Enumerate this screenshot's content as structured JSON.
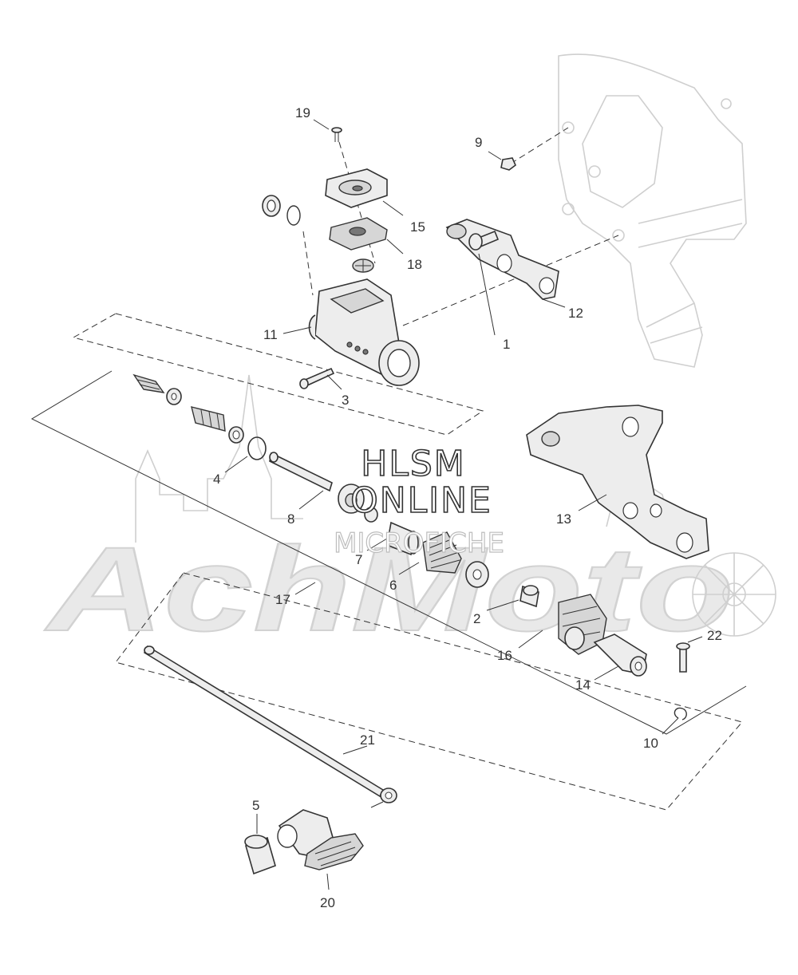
{
  "watermark": {
    "brand": "AchMoto",
    "line1": "HLSM",
    "line2": "ONLINE",
    "line3": "MICROFICHE"
  },
  "callouts": [
    {
      "id": "1",
      "label": "1"
    },
    {
      "id": "2",
      "label": "2"
    },
    {
      "id": "3",
      "label": "3"
    },
    {
      "id": "4",
      "label": "4"
    },
    {
      "id": "5",
      "label": "5"
    },
    {
      "id": "6",
      "label": "6"
    },
    {
      "id": "7",
      "label": "7"
    },
    {
      "id": "8",
      "label": "8"
    },
    {
      "id": "9",
      "label": "9"
    },
    {
      "id": "10",
      "label": "10"
    },
    {
      "id": "11",
      "label": "11"
    },
    {
      "id": "12",
      "label": "12"
    },
    {
      "id": "13",
      "label": "13"
    },
    {
      "id": "14",
      "label": "14"
    },
    {
      "id": "15",
      "label": "15"
    },
    {
      "id": "16",
      "label": "16"
    },
    {
      "id": "17",
      "label": "17"
    },
    {
      "id": "18",
      "label": "18"
    },
    {
      "id": "19",
      "label": "19"
    },
    {
      "id": "20",
      "label": "20"
    },
    {
      "id": "21",
      "label": "21"
    },
    {
      "id": "22",
      "label": "22"
    }
  ]
}
